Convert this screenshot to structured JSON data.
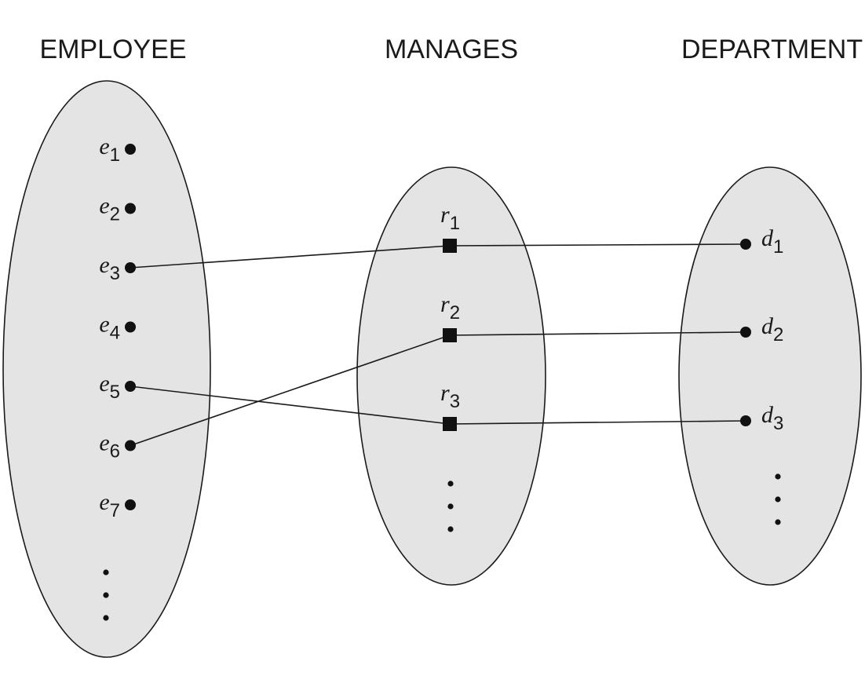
{
  "titles": {
    "employee": "EMPLOYEE",
    "manages": "MANAGES",
    "department": "DEPARTMENT"
  },
  "employee": {
    "letter": "e",
    "items": [
      "1",
      "2",
      "3",
      "4",
      "5",
      "6",
      "7"
    ],
    "continues": true
  },
  "manages": {
    "letter": "r",
    "items": [
      "1",
      "2",
      "3"
    ],
    "continues": true
  },
  "department": {
    "letter": "d",
    "items": [
      "1",
      "2",
      "3"
    ],
    "continues": true
  },
  "links": [
    {
      "employee": "e3",
      "relationship": "r1",
      "department": "d1"
    },
    {
      "employee": "e6",
      "relationship": "r2",
      "department": "d2"
    },
    {
      "employee": "e5",
      "relationship": "r3",
      "department": "d3"
    }
  ],
  "colors": {
    "ellipse_fill": "#e4e4e4",
    "stroke": "#1a1a1a",
    "marker": "#111111",
    "background": "#ffffff"
  }
}
